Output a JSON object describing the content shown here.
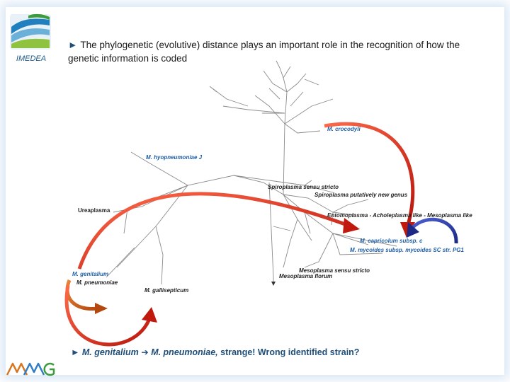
{
  "headline": {
    "bullet": "►",
    "text": "The phylogenetic (evolutive) distance plays an important role in the recognition of how the genetic information is coded"
  },
  "logo": {
    "wordmark": "IMEDEA",
    "bottom_wordmark": "MMG"
  },
  "labels": {
    "crocodyli": "M. crocodyli",
    "hyopneumoniae": "M. hyopneumoniae J",
    "spiroplasma_stricto": "Spiroplasma sensu stricto",
    "spiroplasma_new": "Spiroplasma putatively new genus",
    "ureaplasma": "Ureaplasma",
    "entomo": "Entomoplasma - Acholeplasma like - Mesoplasma like",
    "capricolum": "M. capricolum subsp. c",
    "mycoides": "M. mycoides subsp. mycoides SC str. PG1",
    "mesoplasma_stricto": "Mesoplasma sensu stricto",
    "mesoplasma_fl": "Mesoplasma florum",
    "genitalium": "M. genitalium",
    "pneumoniae": "M. pneumoniae",
    "gallisepticum": "M. gallisepticum"
  },
  "footer": {
    "bullet": "►",
    "genitalium": "M. genitalium",
    "arrow": "➔",
    "pneumoniae": "M. pneumoniae,",
    "rest": "strange! Wrong identified strain?"
  },
  "colors": {
    "red_arrow": "#d62a1e",
    "blue_arrow": "#2a3fa6",
    "orange_arrow": "#d5651c",
    "tree_line": "#8a8a8a",
    "label_blue": "#1e5fa8",
    "footer_text": "#1f4e79"
  }
}
